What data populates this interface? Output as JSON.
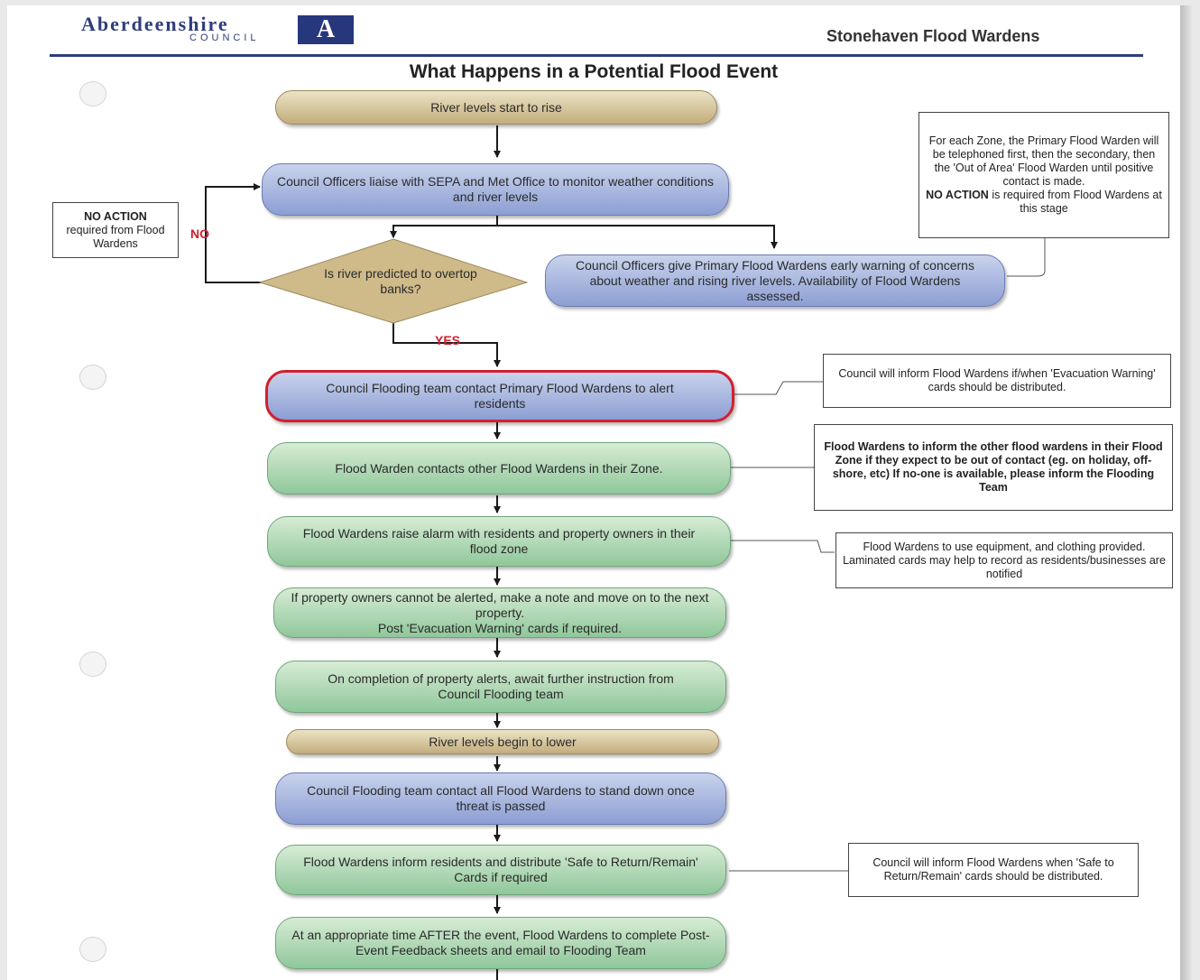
{
  "header": {
    "logo_name": "Aberdeenshire",
    "logo_sub": "COUNCIL",
    "logo_mark": "A",
    "title": "Stonehaven Flood Wardens"
  },
  "main_title": "What Happens in a Potential Flood Event",
  "flow": {
    "rise": "River levels start to rise",
    "liaise": "Council Officers liaise with SEPA and Met Office to monitor weather conditions and river levels",
    "question": "Is river predicted to overtop banks?",
    "warn_primary": "Council Officers give Primary Flood Wardens early warning of concerns about weather and rising river levels. Availability of Flood Wardens assessed.",
    "contact_primary": "Council Flooding team contact Primary Flood Wardens to alert residents",
    "contact_others": "Flood Warden contacts other Flood Wardens in their Zone.",
    "raise_alarm": "Flood Wardens raise alarm with residents and property owners in their flood zone",
    "note_line1": "If property owners cannot be alerted, make a note and move on to the next property.",
    "note_line2": "Post 'Evacuation Warning' cards if required.",
    "await": "On completion of property alerts, await further instruction from Council Flooding team",
    "lower": "River levels begin to lower",
    "stand_down": "Council Flooding team contact all Flood Wardens to stand down once threat is passed",
    "inform_return": "Flood Wardens inform residents and distribute 'Safe to Return/Remain' Cards if required",
    "feedback": "At an appropriate time AFTER the event, Flood Wardens to complete Post-Event Feedback sheets and email to Flooding Team"
  },
  "labels": {
    "no": "NO",
    "yes": "YES"
  },
  "notes": {
    "no_action_bold": "NO ACTION",
    "no_action_rest": "required from Flood Wardens",
    "zone_contact": "For each Zone, the Primary Flood Warden will be telephoned first, then the secondary, then the 'Out of Area' Flood Warden until positive contact is made.",
    "zone_no_action_bold": "NO ACTION",
    "zone_no_action_rest": "is required from Flood Wardens at this stage",
    "evac_cards": "Council will inform Flood Wardens if/when 'Evacuation Warning' cards should be distributed.",
    "out_of_contact": "Flood Wardens to inform the other flood wardens in their Flood Zone if they expect to be out of contact (eg. on holiday, off-shore, etc) If no-one is available, please inform the Flooding Team",
    "equipment": "Flood Wardens to use equipment, and clothing provided. Laminated cards may help to record as residents/businesses are notified",
    "safe_return": "Council will inform Flood Wardens when 'Safe to Return/Remain' cards should be distributed."
  },
  "colors": {
    "brand_navy": "#2f3d7c",
    "alert_red": "#d0202e",
    "tan": "#c2ad7c",
    "blue": "#8c9ed3",
    "green": "#8fc79a"
  }
}
